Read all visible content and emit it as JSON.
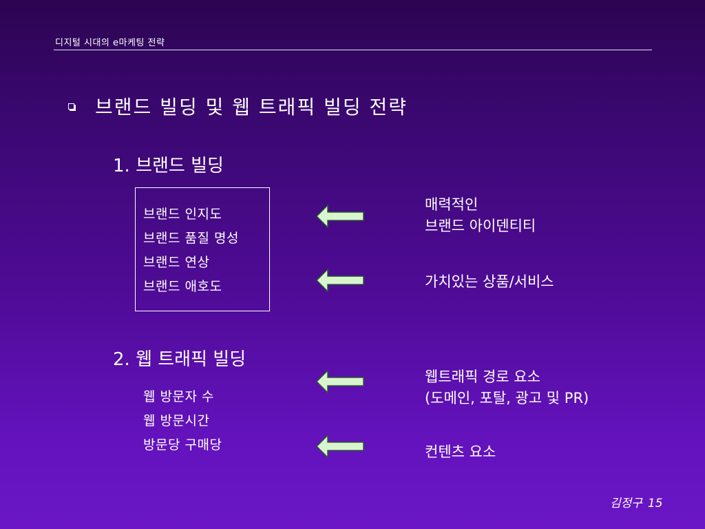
{
  "header": {
    "title": "디지털 시대의 e마케팅 전략"
  },
  "slide": {
    "title": "브랜드 빌딩 및 웹 트래픽 빌딩 전략",
    "bullet_icon": "square-bullet-icon"
  },
  "section1": {
    "heading": "1. 브랜드 빌딩",
    "items": [
      "브랜드 인지도",
      "브랜드 품질 명성",
      "브랜드 연상",
      "브랜드 애호도"
    ],
    "right": [
      {
        "lines": [
          "매력적인",
          "브랜드 아이덴티티"
        ]
      },
      {
        "lines": [
          "가치있는 상품/서비스"
        ]
      }
    ]
  },
  "section2": {
    "heading": "2. 웹 트래픽 빌딩",
    "items": [
      "웹 방문자 수",
      "웹 방문시간",
      "방문당 구매당"
    ],
    "right": [
      {
        "lines": [
          "웹트래픽 경로 요소",
          "(도메인, 포탈, 광고 및 PR)"
        ]
      },
      {
        "lines": [
          "컨텐츠 요소"
        ]
      }
    ]
  },
  "footer": {
    "author": "김정구",
    "page": "15"
  },
  "colors": {
    "background_top": "#2c0452",
    "background_bottom": "#6a16c6",
    "text": "#ffffff",
    "arrow_fill": "#d8f5d0",
    "arrow_stroke": "#2a5a2a"
  },
  "icons": {
    "arrow": "left-arrow-icon"
  }
}
